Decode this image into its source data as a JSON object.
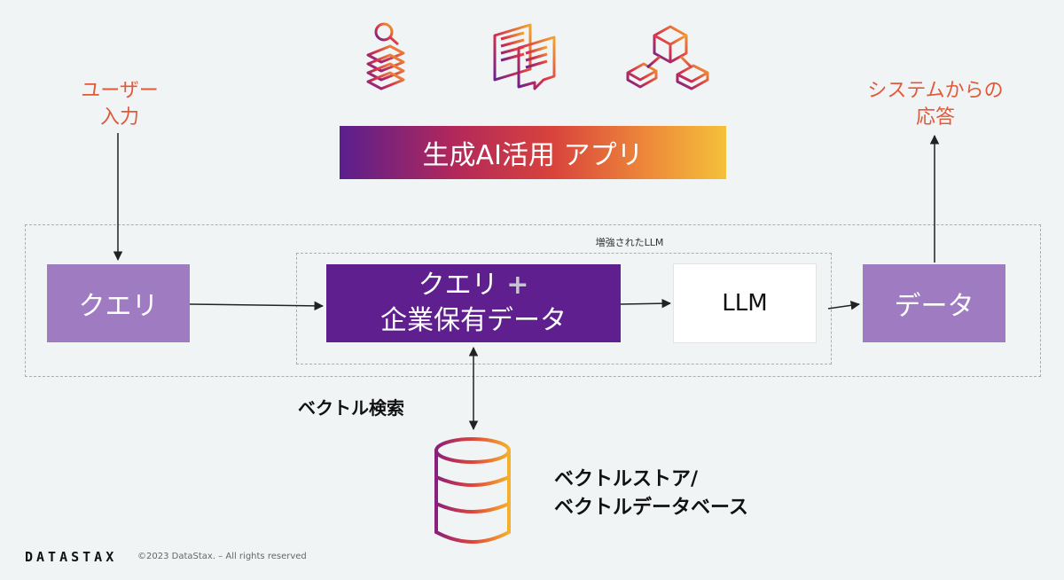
{
  "user_input": {
    "line1": "ユーザー",
    "line2": "入力"
  },
  "system_response": {
    "line1": "システムからの",
    "line2": "応答"
  },
  "app_banner": "生成AI活用 アプリ",
  "augmented_llm_label": "増強されたLLM",
  "query_box": "クエリ",
  "query_plus": {
    "line1": "クエリ",
    "plus": "+",
    "line2": "企業保有データ"
  },
  "llm_box": "LLM",
  "data_box": "データ",
  "vector_search": "ベクトル検索",
  "vector_store": {
    "line1": "ベクトルストア/",
    "line2": "ベクトルデータベース"
  },
  "footer": {
    "logo": "DATASTAX",
    "copyright": "©2023 DataStax. – All rights reserved"
  },
  "icons": [
    "document-search-icon",
    "chat-documents-icon",
    "cube-network-icon",
    "database-icon"
  ],
  "colors": {
    "accent_orange": "#e05a3a",
    "purple_dark": "#5f1f8e",
    "purple_light": "#9f7cc1",
    "background": "#f1f4f5"
  }
}
